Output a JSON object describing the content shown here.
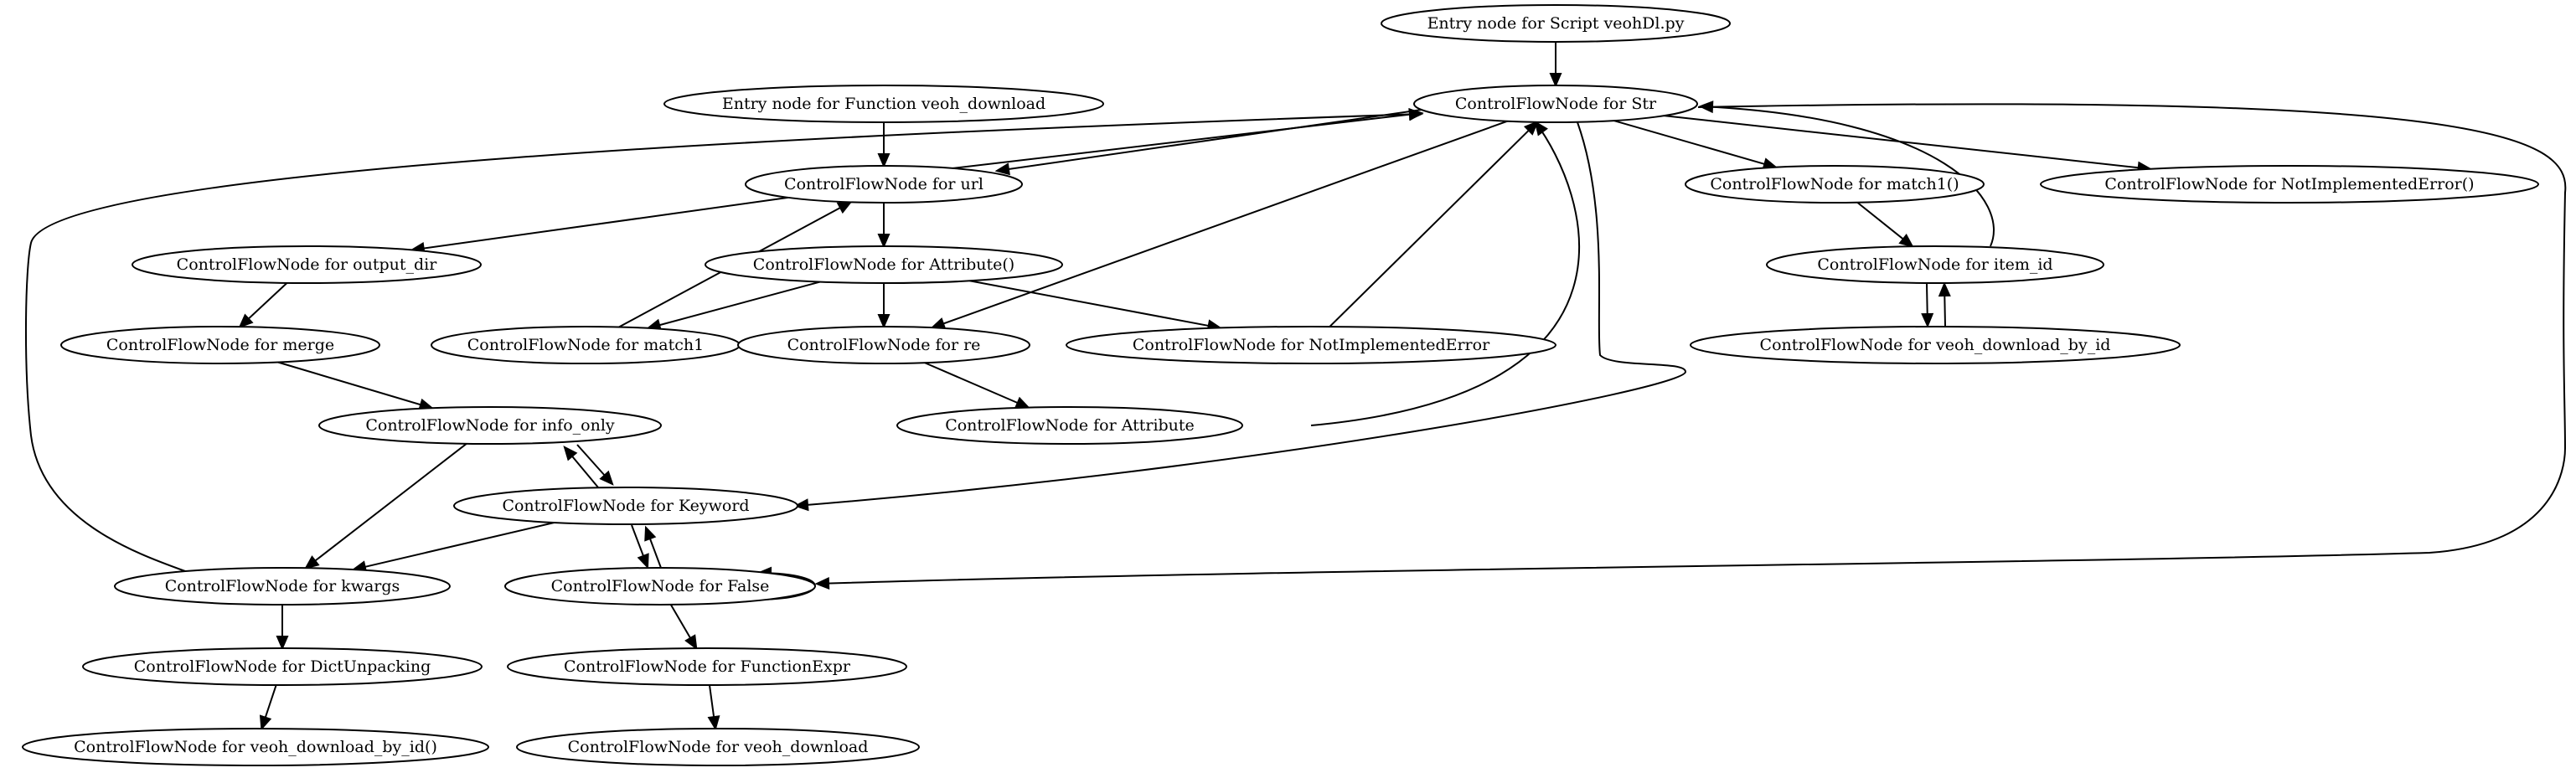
{
  "nodes": {
    "entry_script": "Entry node for Script veohDl.py",
    "str": "ControlFlowNode for Str",
    "entry_function": "Entry node for Function veoh_download",
    "url": "ControlFlowNode for url",
    "match1_call": "ControlFlowNode for match1()",
    "not_implemented_error_call": "ControlFlowNode for NotImplementedError()",
    "output_dir": "ControlFlowNode for output_dir",
    "attribute_call": "ControlFlowNode for Attribute()",
    "item_id": "ControlFlowNode for item_id",
    "merge": "ControlFlowNode for merge",
    "match1": "ControlFlowNode for match1",
    "re": "ControlFlowNode for re",
    "not_implemented_error": "ControlFlowNode for NotImplementedError",
    "veoh_download_by_id": "ControlFlowNode for veoh_download_by_id",
    "info_only": "ControlFlowNode for info_only",
    "attribute": "ControlFlowNode for Attribute",
    "keyword": "ControlFlowNode for Keyword",
    "kwargs": "ControlFlowNode for kwargs",
    "false": "ControlFlowNode for False",
    "dict_unpacking": "ControlFlowNode for DictUnpacking",
    "function_expr": "ControlFlowNode for FunctionExpr",
    "veoh_download_by_id_call": "ControlFlowNode for veoh_download_by_id()",
    "veoh_download": "ControlFlowNode for veoh_download"
  },
  "edges": [
    [
      "entry_script",
      "str"
    ],
    [
      "entry_function",
      "url"
    ],
    [
      "str",
      "url"
    ],
    [
      "url",
      "str"
    ],
    [
      "str",
      "match1_call"
    ],
    [
      "str",
      "not_implemented_error_call"
    ],
    [
      "url",
      "output_dir"
    ],
    [
      "url",
      "attribute_call"
    ],
    [
      "match1_call",
      "item_id"
    ],
    [
      "item_id",
      "str"
    ],
    [
      "output_dir",
      "merge"
    ],
    [
      "attribute_call",
      "match1"
    ],
    [
      "attribute_call",
      "re"
    ],
    [
      "attribute_call",
      "not_implemented_error"
    ],
    [
      "match1",
      "url"
    ],
    [
      "str",
      "re"
    ],
    [
      "not_implemented_error",
      "str"
    ],
    [
      "item_id",
      "veoh_download_by_id"
    ],
    [
      "veoh_download_by_id",
      "item_id"
    ],
    [
      "merge",
      "info_only"
    ],
    [
      "re",
      "attribute"
    ],
    [
      "attribute",
      "str"
    ],
    [
      "str",
      "keyword"
    ],
    [
      "info_only",
      "keyword"
    ],
    [
      "keyword",
      "info_only"
    ],
    [
      "info_only",
      "kwargs"
    ],
    [
      "keyword",
      "kwargs"
    ],
    [
      "kwargs",
      "str"
    ],
    [
      "keyword",
      "false"
    ],
    [
      "false",
      "keyword"
    ],
    [
      "false",
      "false"
    ],
    [
      "str",
      "false"
    ],
    [
      "kwargs",
      "dict_unpacking"
    ],
    [
      "false",
      "function_expr"
    ],
    [
      "dict_unpacking",
      "veoh_download_by_id_call"
    ],
    [
      "function_expr",
      "veoh_download"
    ]
  ]
}
